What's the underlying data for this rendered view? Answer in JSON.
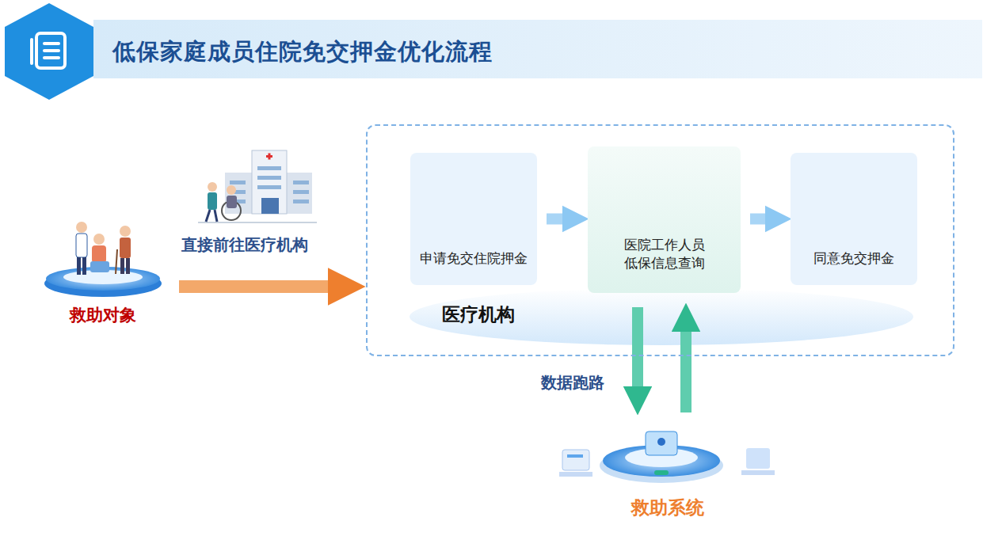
{
  "diagram": {
    "title": "低保家庭成员住院免交押金优化流程",
    "nodes": [
      {
        "text": [
          "救助对象"
        ]
      },
      {
        "text": [
          "医疗机构"
        ]
      },
      {
        "text": [
          "申请免交住院押金"
        ],
        "in": 1
      },
      {
        "text": [
          "医院工作人员 低保信息查询"
        ],
        "in": 1
      },
      {
        "text": [
          "同意免交押金"
        ],
        "in": 1
      },
      {
        "text": [
          "救助系统"
        ]
      }
    ],
    "edges": [
      {
        "from": 0,
        "to": 1,
        "arrow": "to",
        "label": "直接前往医疗机构"
      },
      {
        "from": 2,
        "to": 3,
        "arrow": "to"
      },
      {
        "from": 3,
        "to": 4,
        "arrow": "to"
      },
      {
        "from": 3,
        "to": 5,
        "arrow": "to",
        "label": "数据跑路"
      },
      {
        "from": 5,
        "to": 3,
        "arrow": "to"
      }
    ]
  }
}
